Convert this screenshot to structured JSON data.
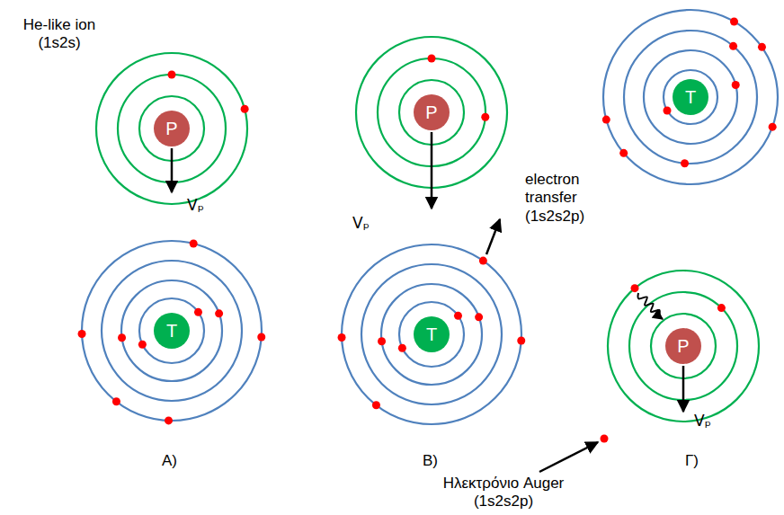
{
  "diagram": {
    "nodes": [
      {
        "text": [
          "P"
        ]
      },
      {
        "text": [
          "P"
        ]
      },
      {
        "text": [
          "T"
        ]
      },
      {
        "text": [
          "T"
        ]
      },
      {
        "text": [
          "T"
        ]
      },
      {
        "text": [
          "P"
        ]
      }
    ],
    "labels": [
      "He-like ion (1s2s)",
      "Vₚ",
      "electron transfer (1s2s2p)",
      "Vₚ",
      "Vₚ",
      "A)",
      "B)",
      "Ηλεκτρόνιο Auger (1s2s2p)",
      "Γ)"
    ]
  }
}
